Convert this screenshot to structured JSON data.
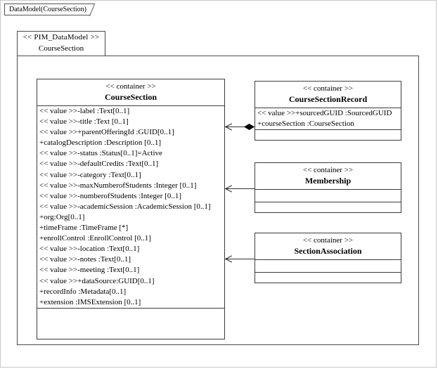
{
  "diagram": {
    "title_tab": "DataModel(CourseSection)",
    "package": {
      "stereotype": "<< PIM_DataModel >>",
      "name": "CourseSection"
    }
  },
  "classes": {
    "course_section": {
      "stereotype": "<< container >>",
      "name": "CourseSection",
      "attributes": [
        "<< value >>-label :Text[0..1]",
        "<< value >>-title :Text [0..1]",
        "<< value >>+parentOfferingId  :GUID[0..1]",
        "+catalogDescription  :Description  [0..1]",
        "<< value >>-status :Status[0..1]=Active",
        "<< value >>-defaultCredits :Text[0..1]",
        "<< value >>-category :Text[0..1]",
        "<< value >>-maxNumberofStudents  :Integer [0..1]",
        "<< value >>-numberofStudents  :Integer [0..1]",
        "<< value >>-academicSession  :AcademicSession  [0..1]",
        "+org:Org[0..1]",
        "+timeFrame :TimeFrame [*]",
        "+enrollControl  :EnrollControl  [0..1]",
        "<< value >>-location :Text[0..1]",
        "<< value >>-notes :Text[0..1]",
        "<< value >>-meeting :Text[0..1]",
        "<< value >>+dataSource:GUID[0..1]",
        "+recordInfo :Metadata[0..1]",
        "+extension :IMSExtension  [0..1]"
      ],
      "operations": []
    },
    "course_section_record": {
      "stereotype": "<< container >>",
      "name": "CourseSectionRecord",
      "attributes": [
        "<< value >>+sourcedGUID :SourcedGUID",
        "+courseSection :CourseSection"
      ],
      "operations": []
    },
    "membership": {
      "stereotype": "<< container >>",
      "name": "Membership",
      "attributes": [],
      "operations": []
    },
    "section_association": {
      "stereotype": "<< container >>",
      "name": "SectionAssociation",
      "attributes": [],
      "operations": []
    }
  },
  "connectors": [
    {
      "id": "composition-record-to-section",
      "kind": "composition",
      "from": "CourseSectionRecord",
      "to": "CourseSection"
    },
    {
      "id": "association-membership-to-section",
      "kind": "association",
      "from": "Membership",
      "to": "CourseSection"
    },
    {
      "id": "association-sectionassociation-to-section",
      "kind": "association",
      "from": "SectionAssociation",
      "to": "CourseSection"
    }
  ],
  "colors": {
    "background": "#ffffff",
    "line": "#3c3c3c",
    "text": "#000000",
    "connector": "#333333"
  }
}
